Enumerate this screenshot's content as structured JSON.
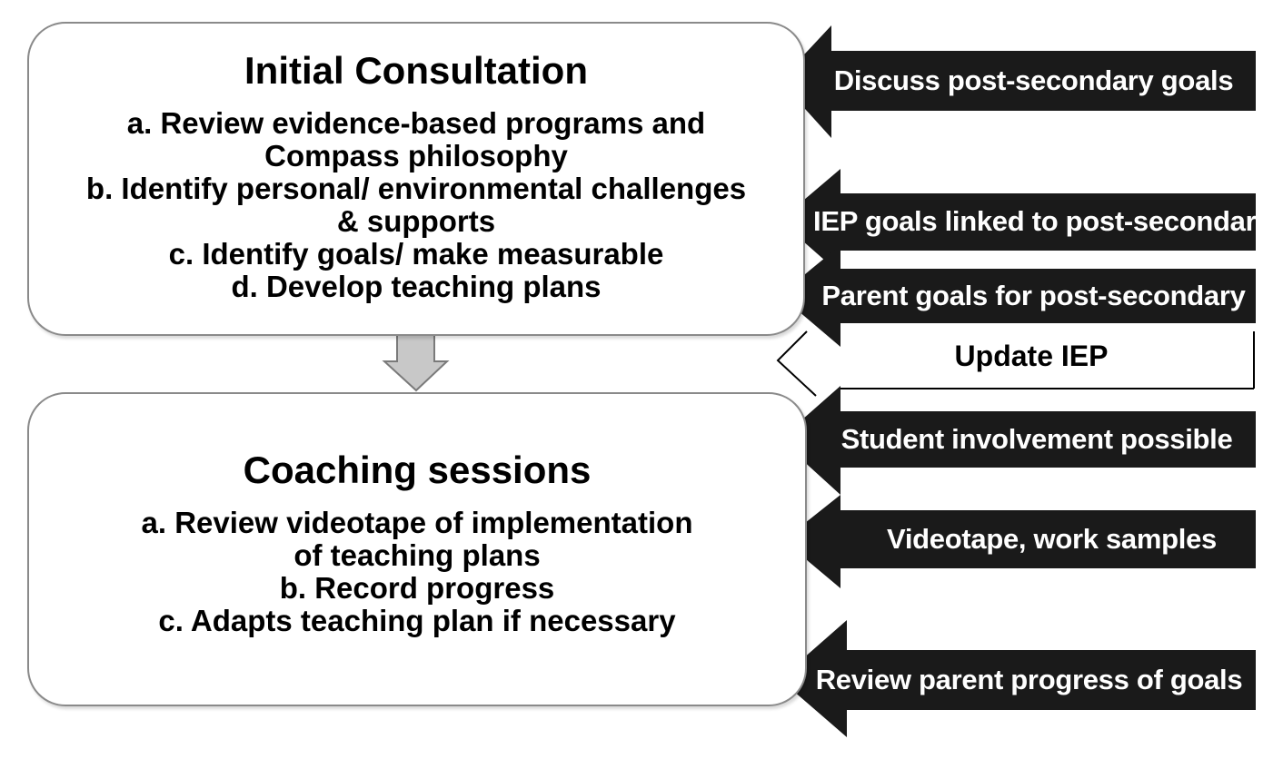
{
  "initial_consultation": {
    "title": "Initial Consultation",
    "items": [
      "a. Review evidence-based programs and",
      "Compass philosophy",
      "b. Identify personal/ environmental challenges",
      "& supports",
      "c. Identify goals/ make measurable",
      "d. Develop teaching plans"
    ]
  },
  "coaching_sessions": {
    "title": "Coaching sessions",
    "items": [
      "a. Review videotape of implementation",
      "of teaching plans",
      "b. Record progress",
      "c. Adapts teaching plan if necessary"
    ]
  },
  "update_label": "Update IEP",
  "input_arrows": [
    "Discuss post-secondary goals",
    "IEP goals linked to post-secondary",
    "Parent goals for post-secondary",
    "Student involvement possible",
    "Videotape, work samples",
    "Review parent progress of goals"
  ],
  "colors": {
    "arrow_fill": "#1a1a1a",
    "arrow_text": "#ffffff",
    "box_border": "#8a8a8a",
    "down_arrow_fill": "#c8c8c8"
  }
}
